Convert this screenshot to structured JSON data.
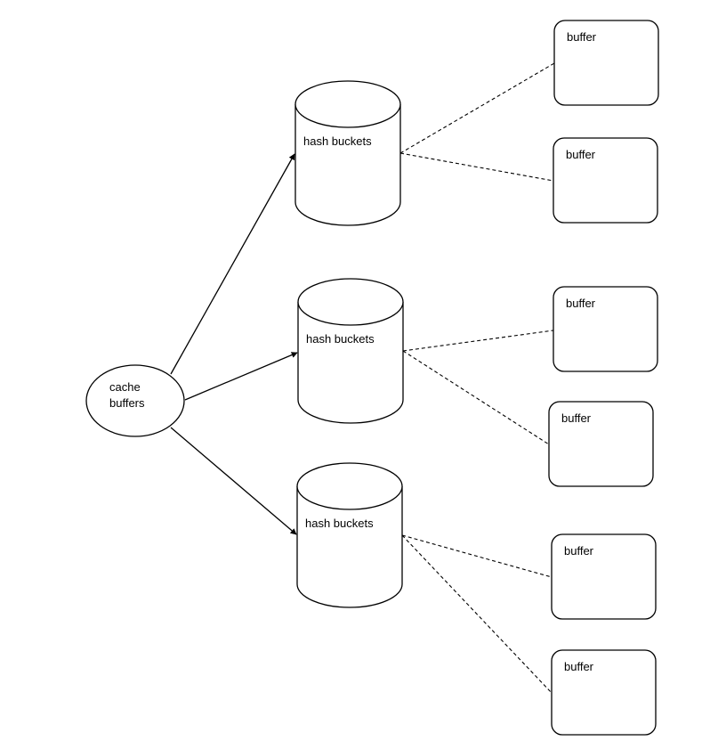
{
  "cache": {
    "line1": "cache",
    "line2": "buffers"
  },
  "hash_buckets": [
    {
      "label": "hash buckets"
    },
    {
      "label": "hash buckets"
    },
    {
      "label": "hash buckets"
    }
  ],
  "buffers": [
    {
      "label": "buffer"
    },
    {
      "label": "buffer"
    },
    {
      "label": "buffer"
    },
    {
      "label": "buffer"
    },
    {
      "label": "buffer"
    },
    {
      "label": "buffer"
    }
  ]
}
